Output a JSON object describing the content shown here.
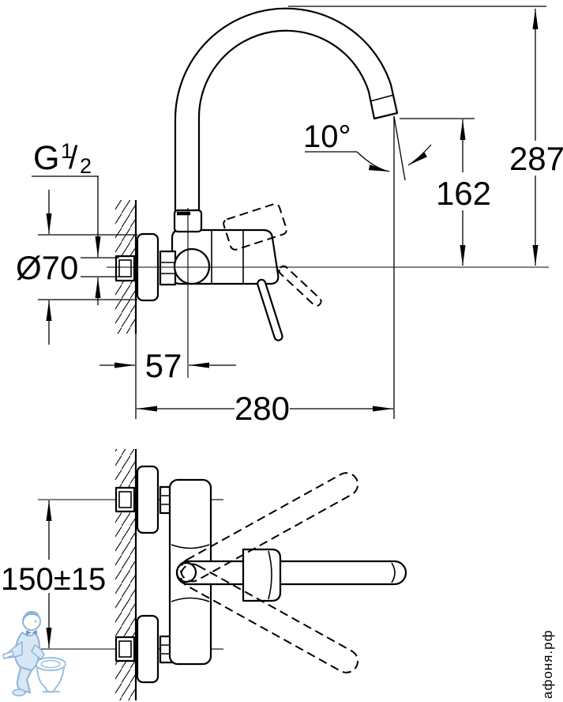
{
  "page": {
    "background": "#ffffff",
    "line_color": "#000000"
  },
  "drawing": {
    "title": "Wall-mounted single-lever sink mixer — dimensional drawing",
    "views": {
      "side": "side elevation with high arc swivel spout",
      "top": "top view with spout swivel range"
    }
  },
  "dims": {
    "thread_g": "G",
    "thread_num": "1",
    "thread_slash": "/",
    "thread_den": "2",
    "flange_diameter": "Ø70",
    "spout_angle": "10°",
    "overall_height": "287",
    "outlet_height": "162",
    "wall_to_spout_axis": "57",
    "spout_reach": "280",
    "inlet_spacing": "150±15"
  },
  "watermark": {
    "site": "афоня.рф",
    "text_color": "#c7ceda",
    "logo_stroke": "#8fb4d9",
    "logo_stroke_light": "#9cc0de",
    "logo_fill": "#d7e7f5",
    "logo_accent": "#6f9ac6"
  }
}
